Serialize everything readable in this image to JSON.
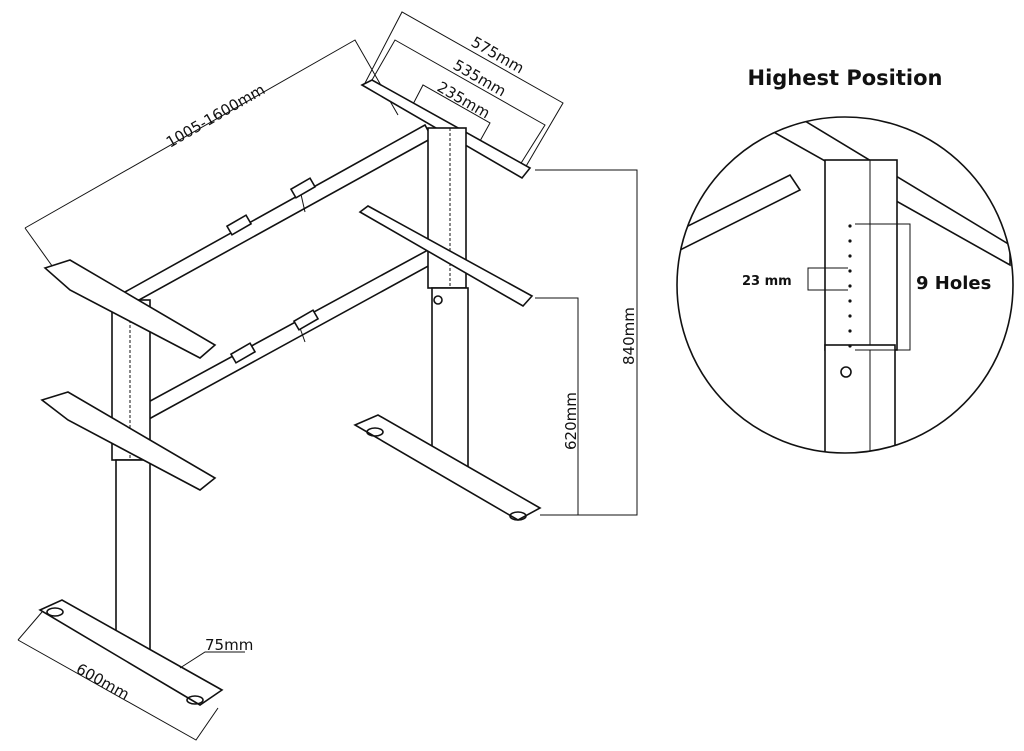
{
  "dimensions": {
    "frame_width": "1005-1600mm",
    "top_bracket_outer": "575mm",
    "top_bracket_inner": "535mm",
    "top_bracket_center": "235mm",
    "max_height": "840mm",
    "min_height": "620mm",
    "foot_width": "75mm",
    "foot_length": "600mm"
  },
  "detail": {
    "title": "Highest Position",
    "hole_spacing": "23 mm",
    "hole_count": "9 Holes"
  }
}
